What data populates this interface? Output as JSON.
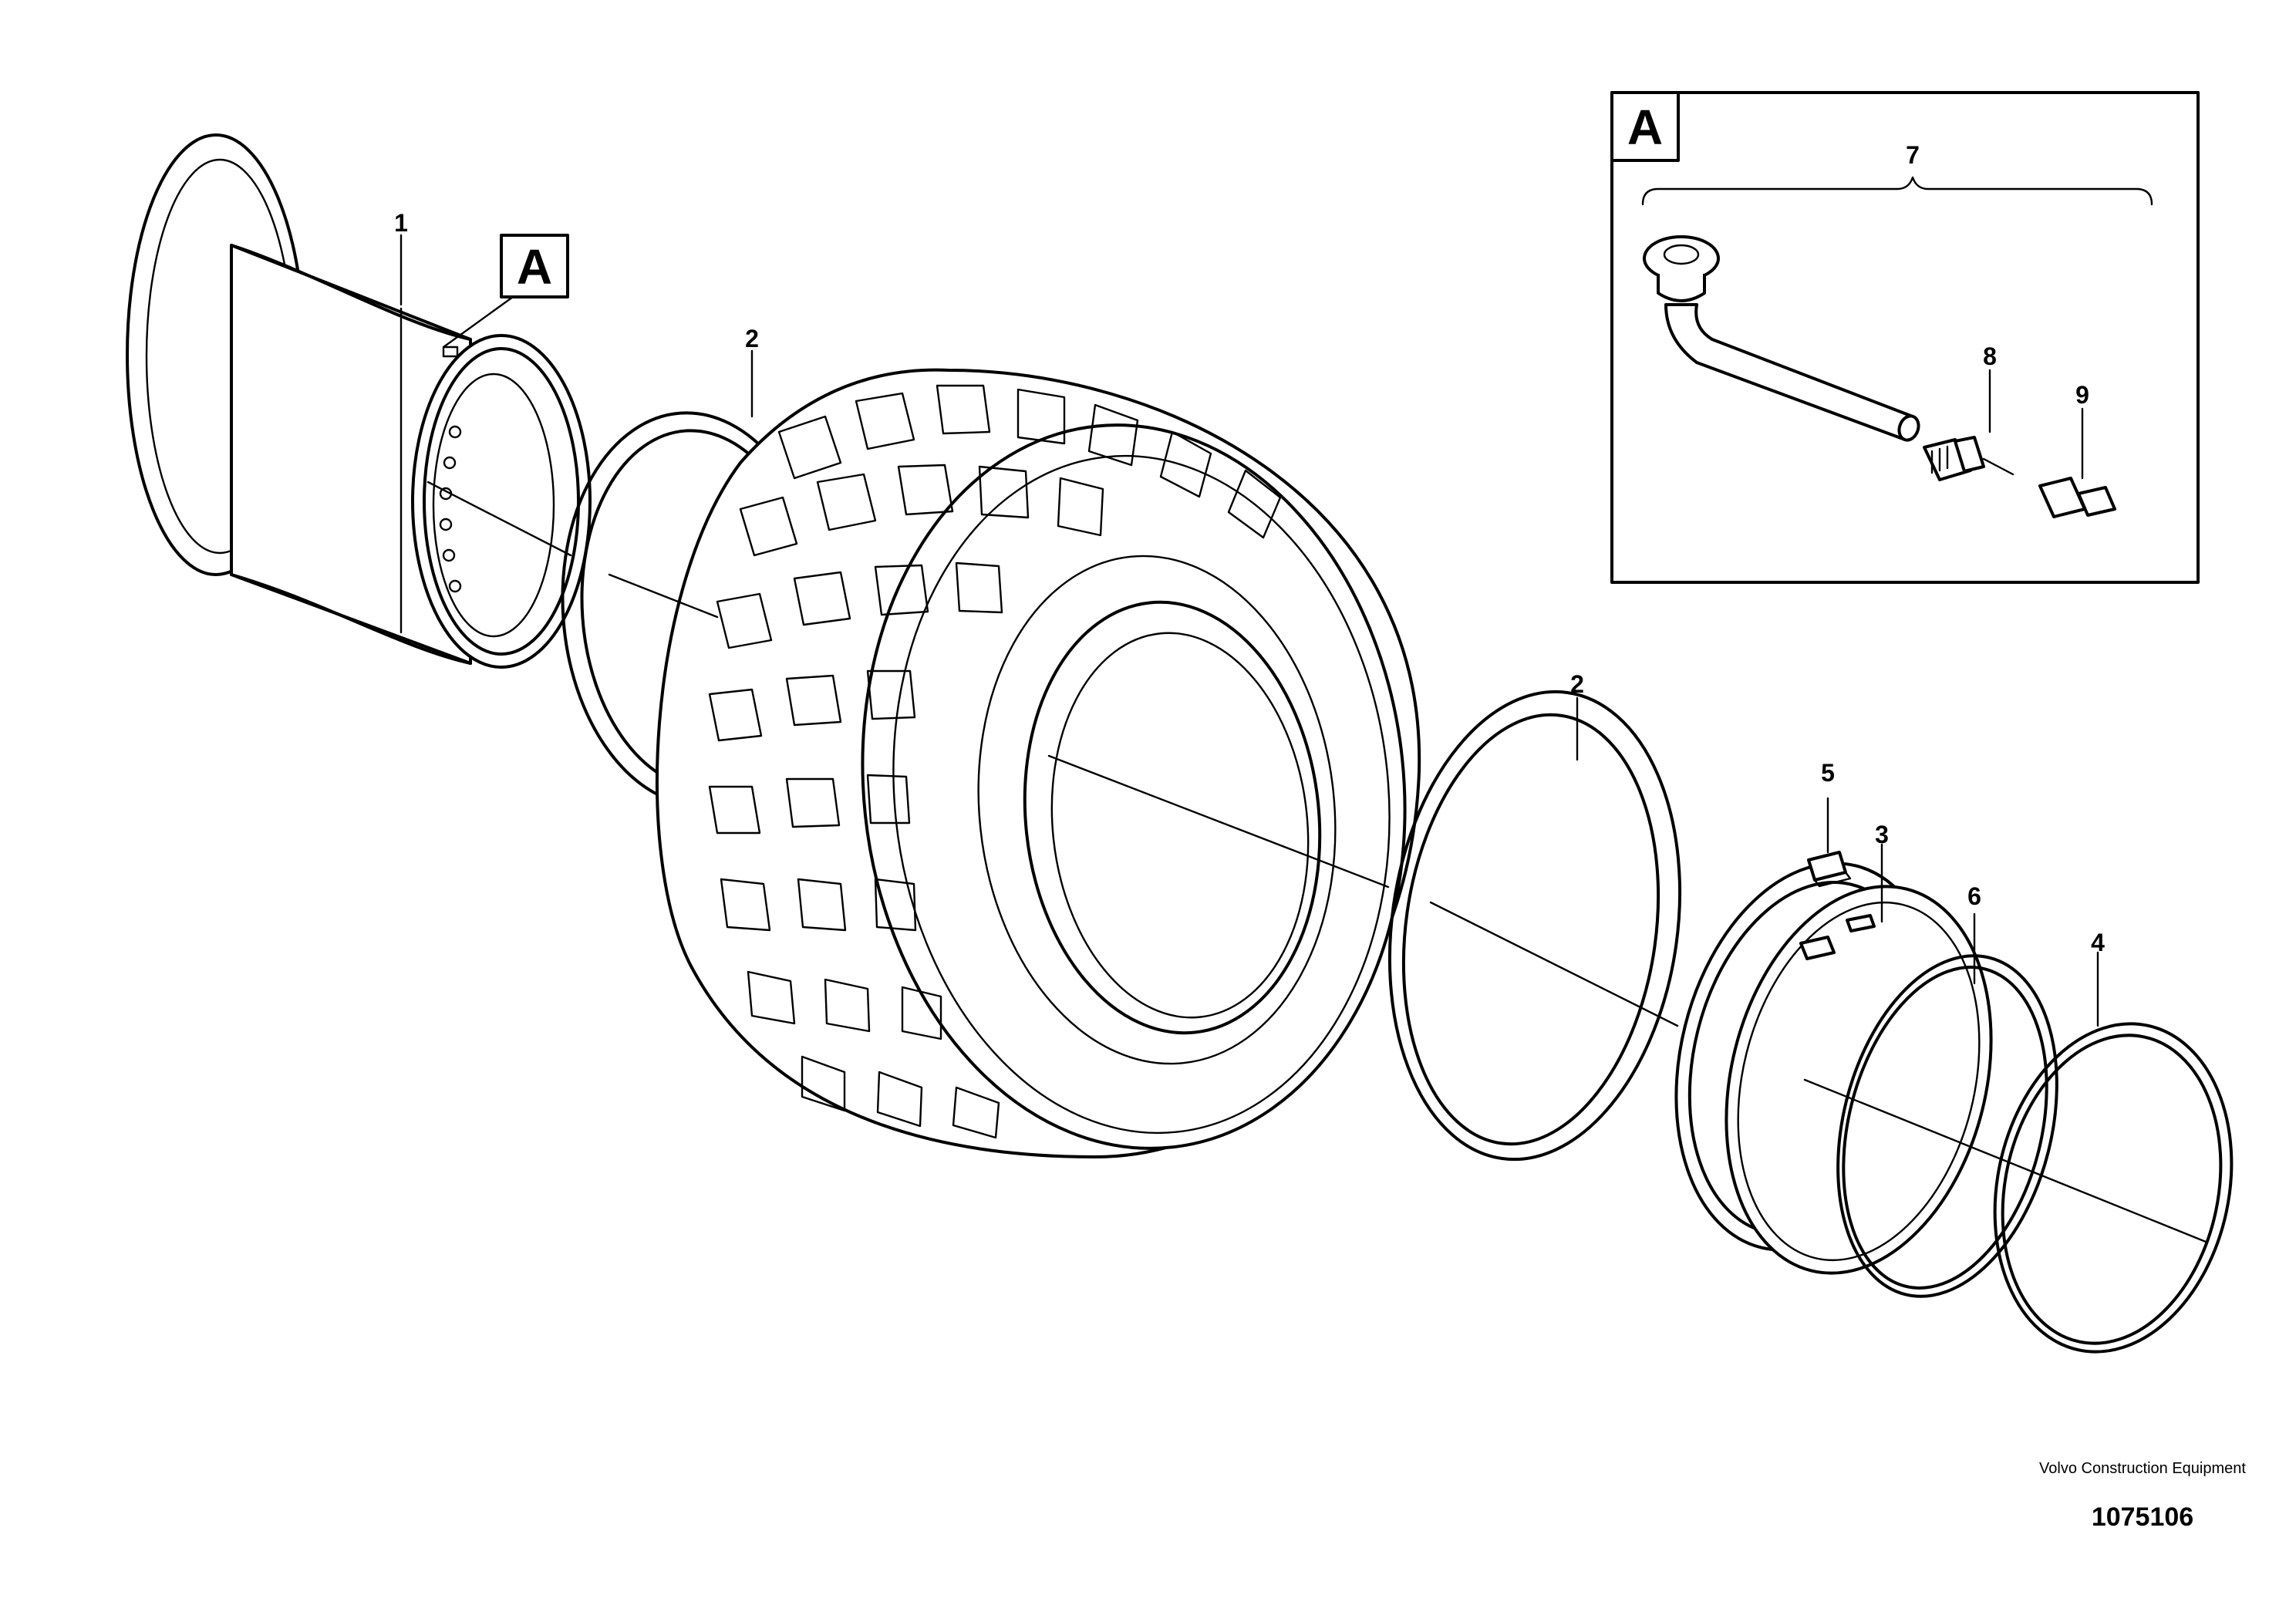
{
  "callouts": {
    "rim": "1",
    "o_ring_left": "2",
    "o_ring_right": "2",
    "lock_ring": "3",
    "side_ring": "4",
    "key": "5",
    "flange": "6",
    "valve_assembly": "7",
    "valve_core": "8",
    "valve_cap": "9"
  },
  "detail_label": "A",
  "footer": {
    "company": "Volvo Construction Equipment",
    "drawing_number": "1075106"
  }
}
